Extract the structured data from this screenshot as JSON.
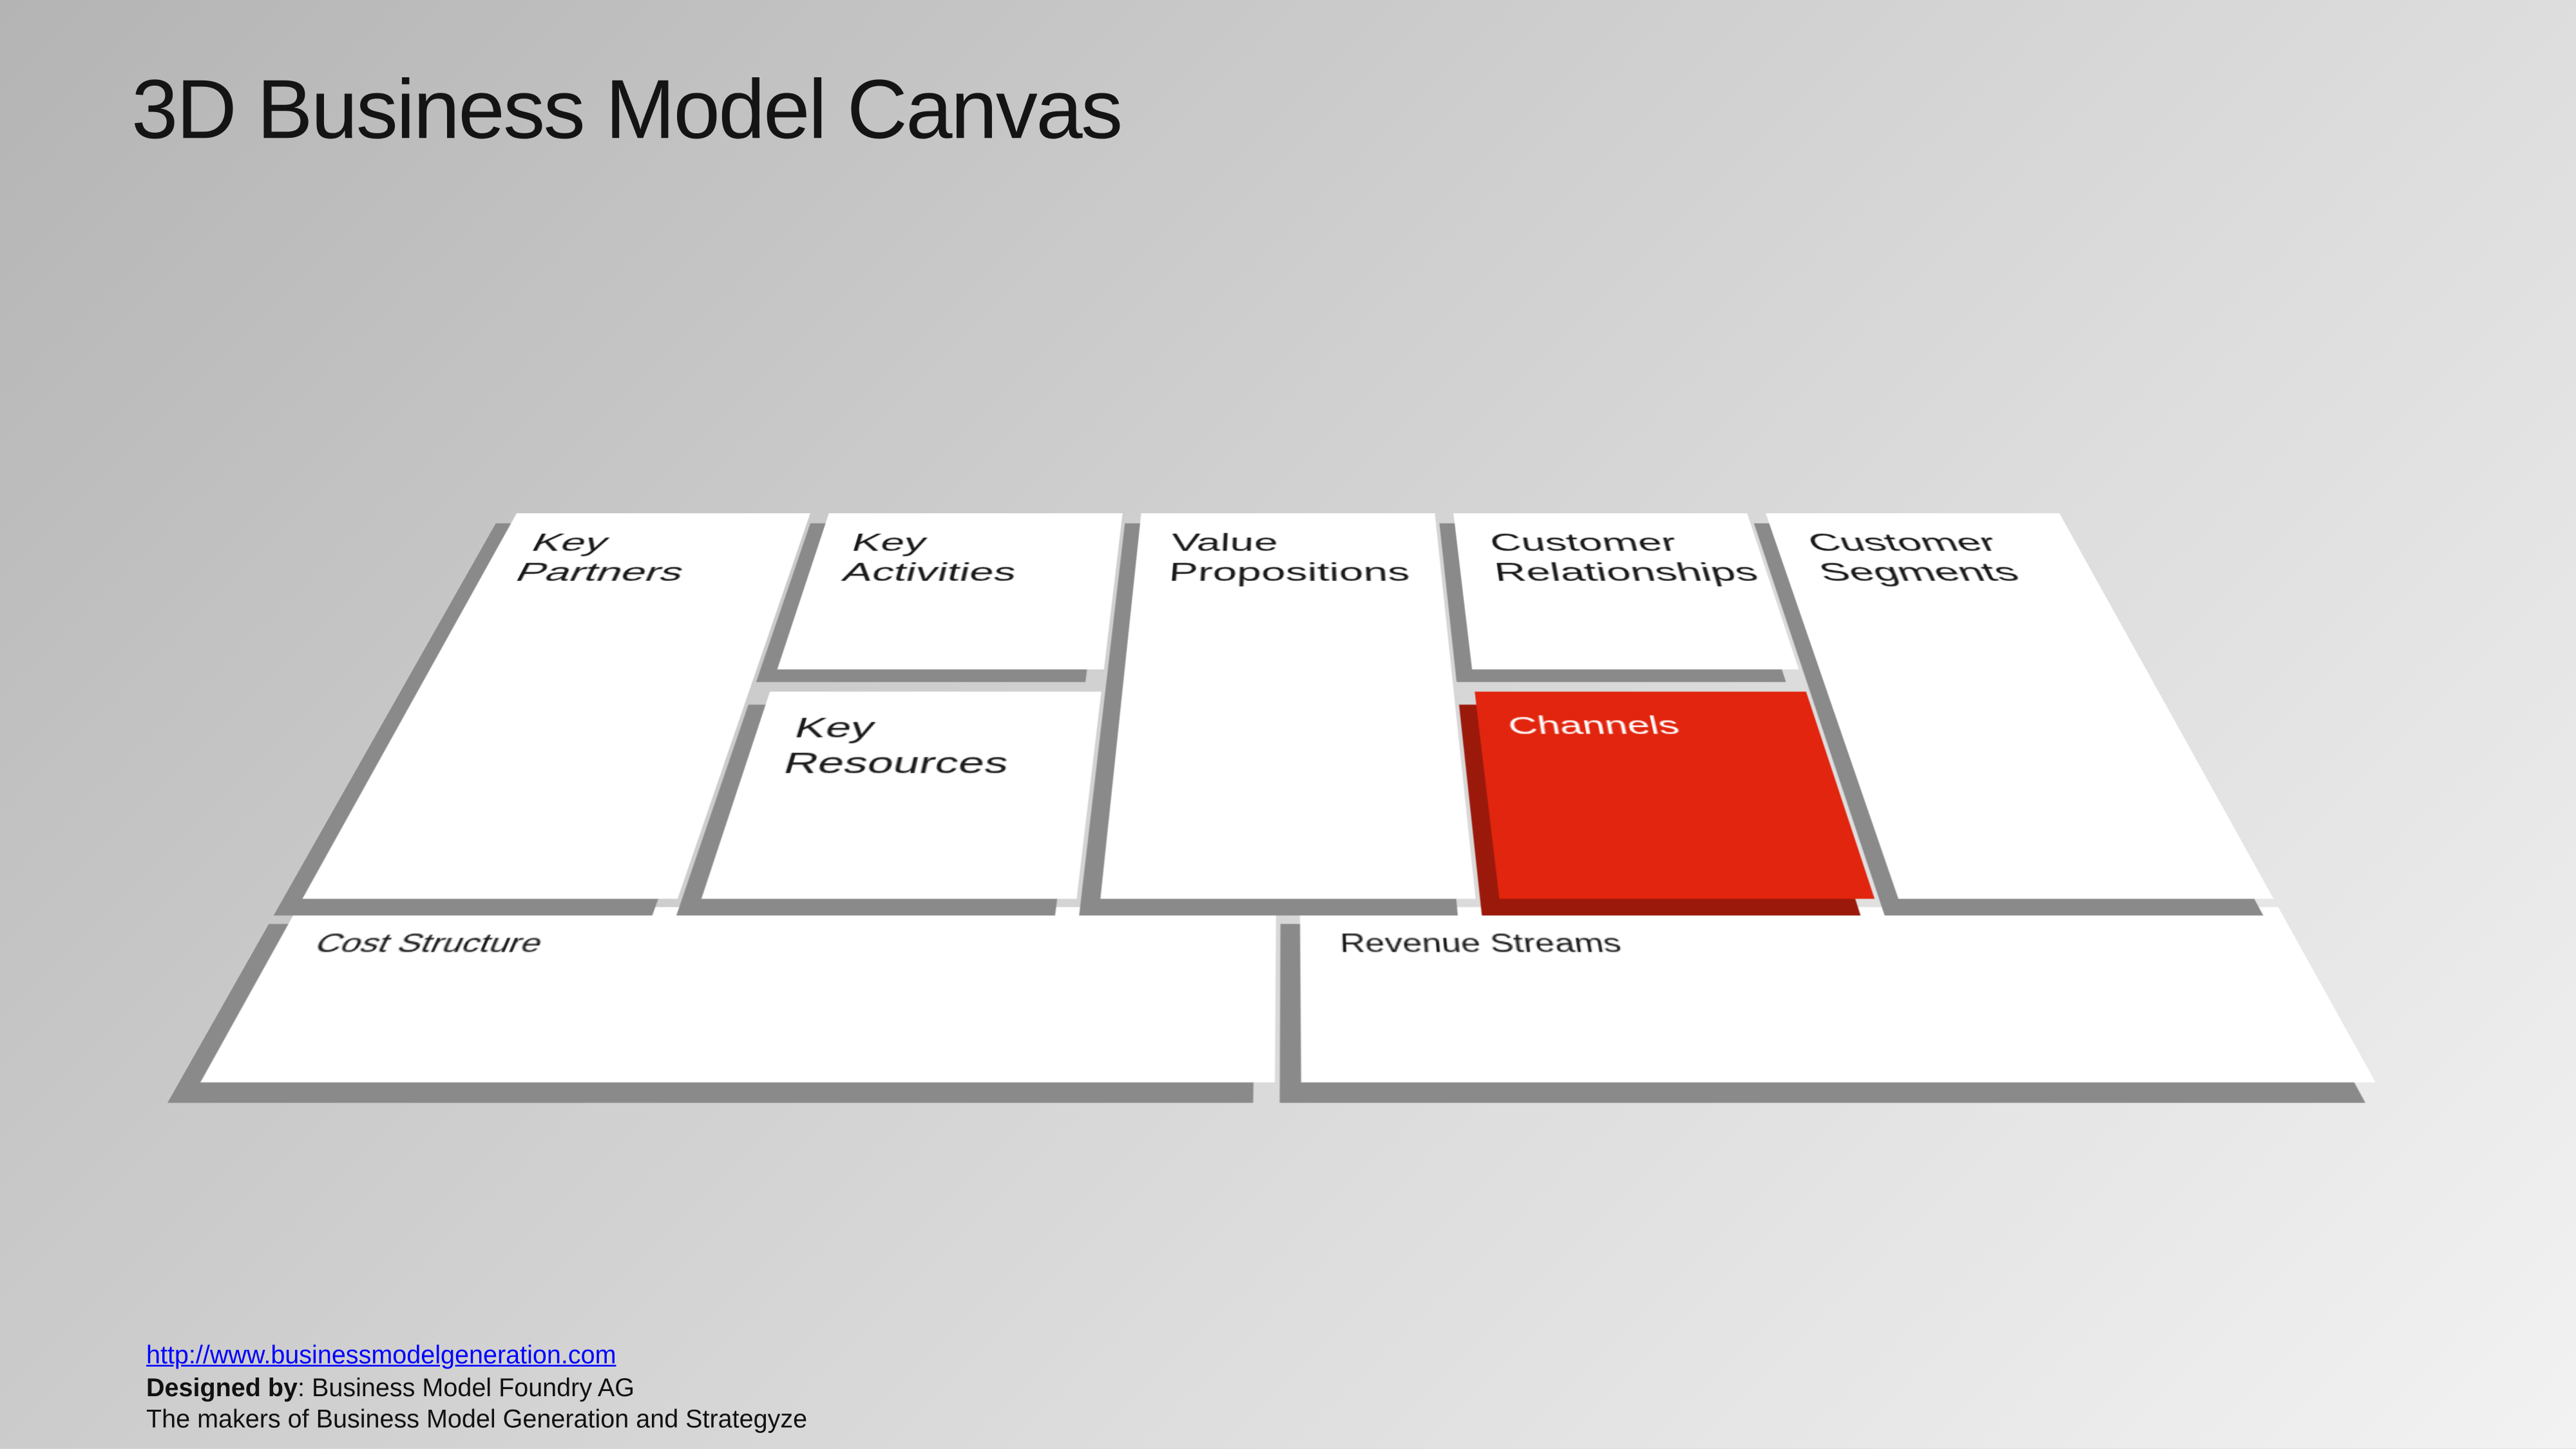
{
  "slide": {
    "title": "3D Business Model Canvas"
  },
  "canvas": {
    "tiles": {
      "key_partners": "Key Partners",
      "key_activities": "Key Activities",
      "key_resources": "Key Resources",
      "value_propositions": "Value Propositions",
      "customer_relationships": "Customer Relationships",
      "channels": "Channels",
      "customer_segments": "Customer Segments",
      "cost_structure": "Cost Structure",
      "revenue_streams": "Revenue Streams"
    },
    "highlighted_tile": "Channels",
    "colors": {
      "tile_face": "#ffffff",
      "tile_side": "#8a8a8a",
      "highlight_face": "#e2250e",
      "highlight_side": "#9b190b",
      "tile_text": "#1a1a1a",
      "highlight_text": "#ffffff"
    }
  },
  "footer": {
    "link": "http://www.businessmodelgeneration.com",
    "designed_by_label": "Designed by",
    "designed_by_rest": ": Business Model Foundry AG",
    "makers_line": "The makers of Business Model Generation and Strategyze",
    "link_color": "#0000fe"
  }
}
